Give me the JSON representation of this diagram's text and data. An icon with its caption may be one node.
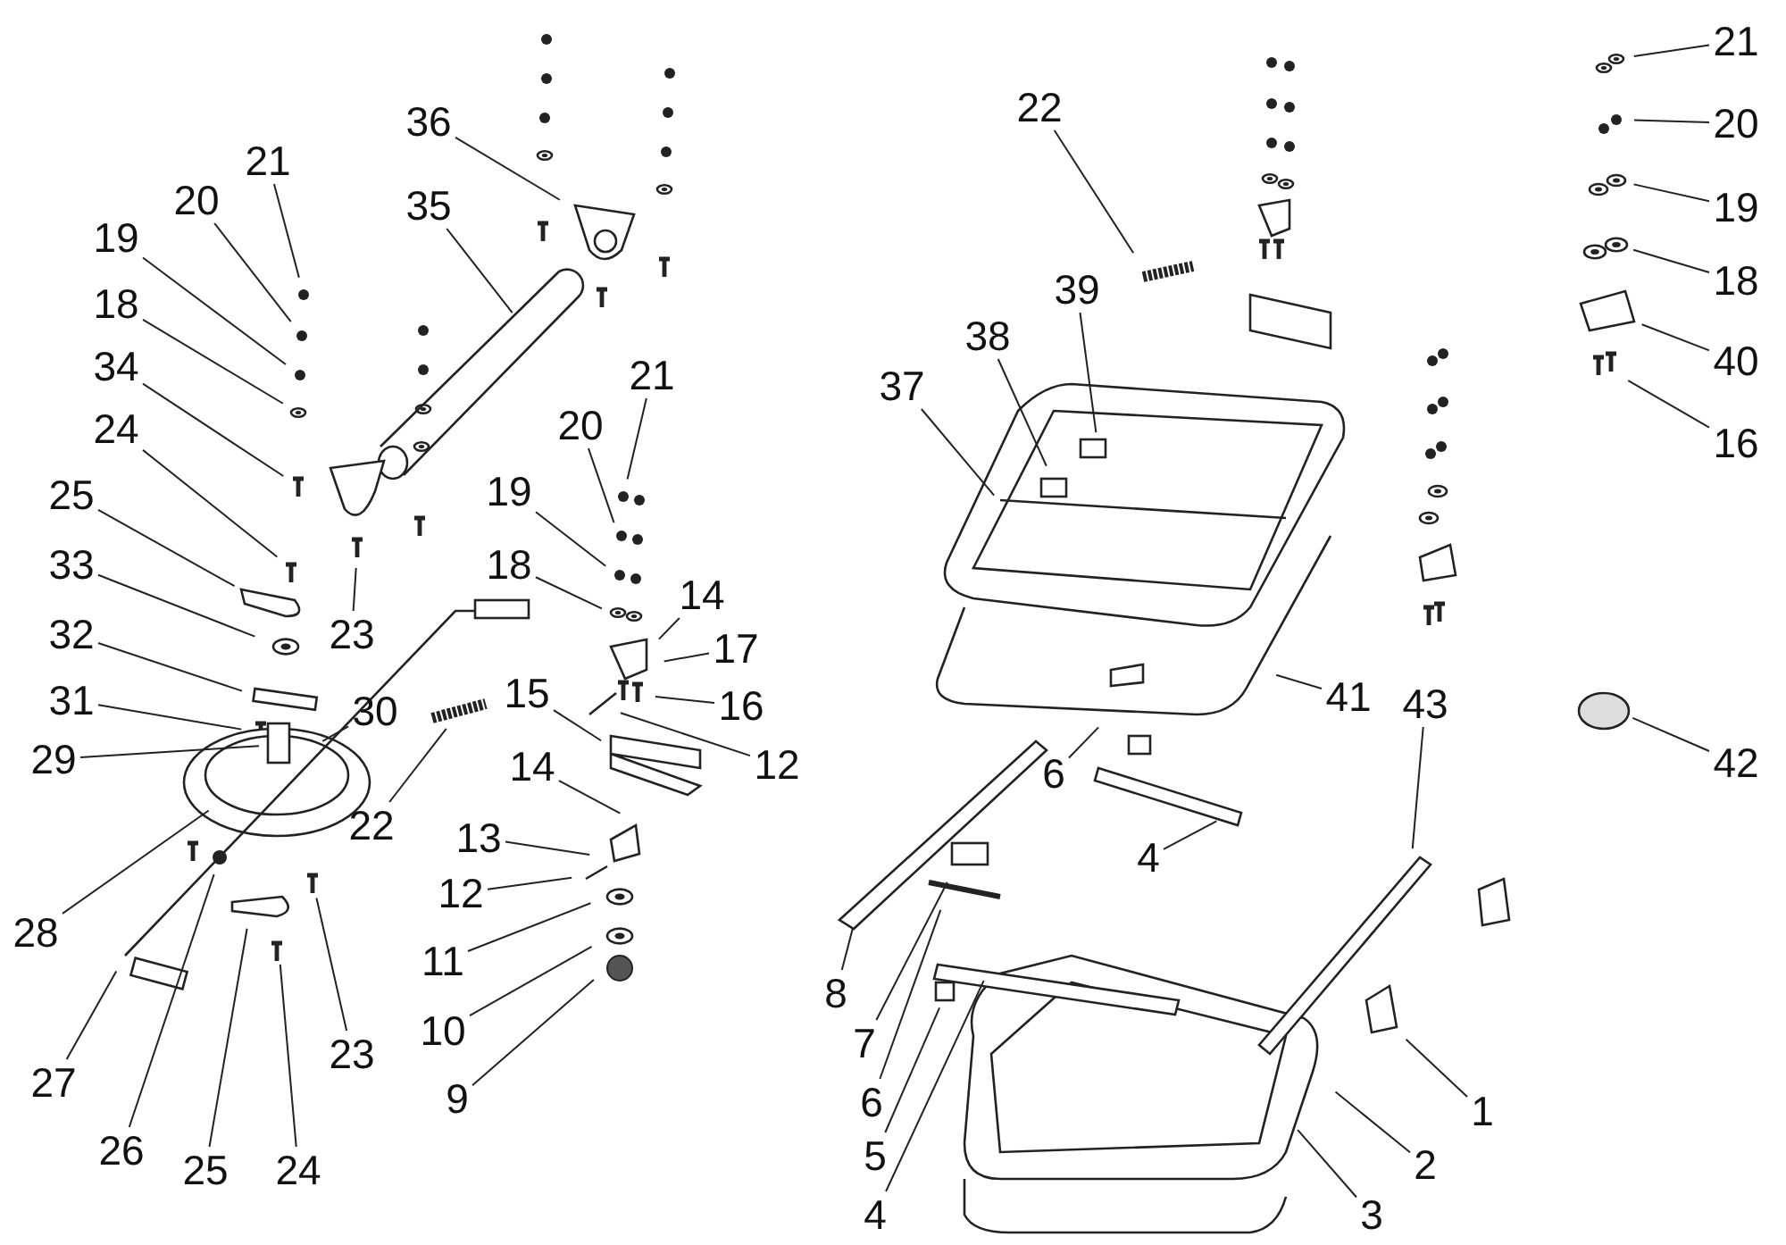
{
  "diagram": {
    "nodes": [
      {
        "text": [
          "21"
        ]
      },
      {
        "text": [
          "20"
        ]
      },
      {
        "text": [
          "19"
        ]
      },
      {
        "text": [
          "18"
        ]
      },
      {
        "text": [
          "34"
        ]
      },
      {
        "text": [
          "24"
        ]
      },
      {
        "text": [
          "25"
        ]
      },
      {
        "text": [
          "33"
        ]
      },
      {
        "text": [
          "32"
        ]
      },
      {
        "text": [
          "31"
        ]
      },
      {
        "text": [
          "29"
        ]
      },
      {
        "text": [
          "30"
        ]
      },
      {
        "text": [
          "28"
        ]
      },
      {
        "text": [
          "27"
        ]
      },
      {
        "text": [
          "26"
        ]
      },
      {
        "text": [
          "25"
        ]
      },
      {
        "text": [
          "24"
        ]
      },
      {
        "text": [
          "23"
        ]
      },
      {
        "text": [
          "36"
        ]
      },
      {
        "text": [
          "35"
        ]
      },
      {
        "text": [
          "23"
        ]
      },
      {
        "text": [
          "21"
        ]
      },
      {
        "text": [
          "20"
        ]
      },
      {
        "text": [
          "19"
        ]
      },
      {
        "text": [
          "18"
        ]
      },
      {
        "text": [
          "14"
        ]
      },
      {
        "text": [
          "17"
        ]
      },
      {
        "text": [
          "16"
        ]
      },
      {
        "text": [
          "15"
        ]
      },
      {
        "text": [
          "12"
        ]
      },
      {
        "text": [
          "22"
        ]
      },
      {
        "text": [
          "14"
        ]
      },
      {
        "text": [
          "13"
        ]
      },
      {
        "text": [
          "12"
        ]
      },
      {
        "text": [
          "11"
        ]
      },
      {
        "text": [
          "10"
        ]
      },
      {
        "text": [
          "9"
        ]
      },
      {
        "text": [
          "22"
        ]
      },
      {
        "text": [
          "39"
        ]
      },
      {
        "text": [
          "38"
        ]
      },
      {
        "text": [
          "37"
        ]
      },
      {
        "text": [
          "41"
        ]
      },
      {
        "text": [
          "6"
        ]
      },
      {
        "text": [
          "4"
        ]
      },
      {
        "text": [
          "43"
        ]
      },
      {
        "text": [
          "8"
        ]
      },
      {
        "text": [
          "7"
        ]
      },
      {
        "text": [
          "6"
        ]
      },
      {
        "text": [
          "5"
        ]
      },
      {
        "text": [
          "4"
        ]
      },
      {
        "text": [
          "3"
        ]
      },
      {
        "text": [
          "2"
        ]
      },
      {
        "text": [
          "1"
        ]
      },
      {
        "text": [
          "21"
        ]
      },
      {
        "text": [
          "20"
        ]
      },
      {
        "text": [
          "19"
        ]
      },
      {
        "text": [
          "18"
        ]
      },
      {
        "text": [
          "40"
        ]
      },
      {
        "text": [
          "16"
        ]
      },
      {
        "text": [
          "42"
        ]
      }
    ],
    "edges": [
      {
        "from": 0,
        "to": null,
        "arrow": "none"
      },
      {
        "from": 1,
        "to": null,
        "arrow": "none"
      },
      {
        "from": 2,
        "to": null,
        "arrow": "none"
      },
      {
        "from": 3,
        "to": null,
        "arrow": "none"
      },
      {
        "from": 4,
        "to": null,
        "arrow": "none"
      },
      {
        "from": 5,
        "to": null,
        "arrow": "none"
      },
      {
        "from": 6,
        "to": null,
        "arrow": "none"
      },
      {
        "from": 7,
        "to": null,
        "arrow": "none"
      },
      {
        "from": 8,
        "to": null,
        "arrow": "none"
      },
      {
        "from": 9,
        "to": null,
        "arrow": "none"
      },
      {
        "from": 10,
        "to": null,
        "arrow": "none"
      },
      {
        "from": 11,
        "to": null,
        "arrow": "none"
      },
      {
        "from": 12,
        "to": null,
        "arrow": "none"
      },
      {
        "from": 13,
        "to": null,
        "arrow": "none"
      },
      {
        "from": 14,
        "to": null,
        "arrow": "none"
      },
      {
        "from": 15,
        "to": null,
        "arrow": "none"
      },
      {
        "from": 16,
        "to": null,
        "arrow": "none"
      },
      {
        "from": 17,
        "to": null,
        "arrow": "none"
      },
      {
        "from": 18,
        "to": null,
        "arrow": "none"
      },
      {
        "from": 19,
        "to": null,
        "arrow": "none"
      },
      {
        "from": 20,
        "to": null,
        "arrow": "none"
      },
      {
        "from": 21,
        "to": null,
        "arrow": "none"
      },
      {
        "from": 22,
        "to": null,
        "arrow": "none"
      },
      {
        "from": 23,
        "to": null,
        "arrow": "none"
      },
      {
        "from": 24,
        "to": null,
        "arrow": "none"
      },
      {
        "from": 25,
        "to": null,
        "arrow": "none"
      },
      {
        "from": 26,
        "to": null,
        "arrow": "none"
      },
      {
        "from": 27,
        "to": null,
        "arrow": "none"
      },
      {
        "from": 28,
        "to": null,
        "arrow": "none"
      },
      {
        "from": 29,
        "to": null,
        "arrow": "none"
      },
      {
        "from": 30,
        "to": null,
        "arrow": "none"
      },
      {
        "from": 31,
        "to": null,
        "arrow": "none"
      },
      {
        "from": 32,
        "to": null,
        "arrow": "none"
      },
      {
        "from": 33,
        "to": null,
        "arrow": "none"
      },
      {
        "from": 34,
        "to": null,
        "arrow": "none"
      },
      {
        "from": 35,
        "to": null,
        "arrow": "none"
      },
      {
        "from": 36,
        "to": null,
        "arrow": "none"
      },
      {
        "from": 37,
        "to": null,
        "arrow": "none"
      },
      {
        "from": 38,
        "to": null,
        "arrow": "none"
      },
      {
        "from": 39,
        "to": null,
        "arrow": "none"
      },
      {
        "from": 40,
        "to": null,
        "arrow": "none"
      },
      {
        "from": 41,
        "to": null,
        "arrow": "none"
      },
      {
        "from": 42,
        "to": null,
        "arrow": "none"
      },
      {
        "from": 43,
        "to": null,
        "arrow": "none"
      },
      {
        "from": 44,
        "to": null,
        "arrow": "none"
      },
      {
        "from": 45,
        "to": null,
        "arrow": "none"
      },
      {
        "from": 46,
        "to": null,
        "arrow": "none"
      },
      {
        "from": 47,
        "to": null,
        "arrow": "none"
      },
      {
        "from": 48,
        "to": null,
        "arrow": "none"
      },
      {
        "from": 49,
        "to": null,
        "arrow": "none"
      },
      {
        "from": 50,
        "to": null,
        "arrow": "none"
      },
      {
        "from": 51,
        "to": null,
        "arrow": "none"
      },
      {
        "from": 52,
        "to": null,
        "arrow": "none"
      },
      {
        "from": 53,
        "to": null,
        "arrow": "none"
      },
      {
        "from": 54,
        "to": null,
        "arrow": "none"
      },
      {
        "from": 55,
        "to": null,
        "arrow": "none"
      },
      {
        "from": 56,
        "to": null,
        "arrow": "none"
      },
      {
        "from": 57,
        "to": null,
        "arrow": "none"
      },
      {
        "from": 58,
        "to": null,
        "arrow": "none"
      },
      {
        "from": 59,
        "to": null,
        "arrow": "none"
      }
    ]
  }
}
